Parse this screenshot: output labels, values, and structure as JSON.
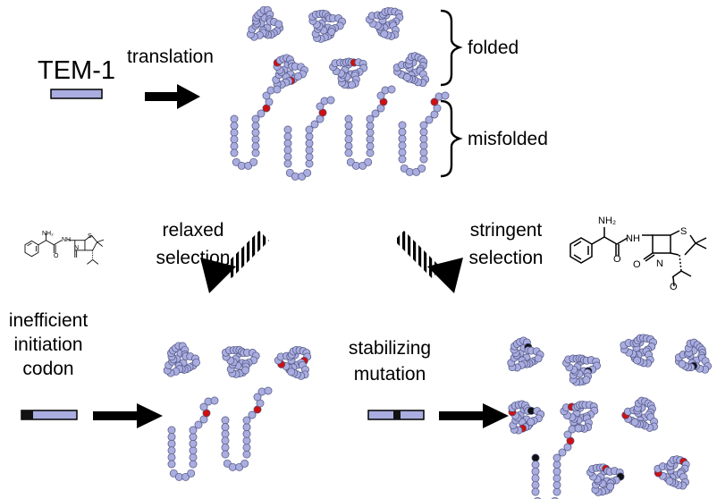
{
  "labels": {
    "tem1": "TEM-1",
    "translation": "translation",
    "folded": "folded",
    "misfolded": "misfolded",
    "relaxed_1": "relaxed",
    "relaxed_2": "selection",
    "stringent_1": "stringent",
    "stringent_2": "selection",
    "ineff_1": "inefficient",
    "ineff_2": "initiation",
    "ineff_3": "codon",
    "stab_1": "stabilizing",
    "stab_2": "mutation"
  },
  "molecule_labels": {
    "nh2": "NH₂",
    "nh": "NH",
    "o": "O",
    "n": "N",
    "s": "S"
  },
  "colors": {
    "bead": "#a9addf",
    "bead_stroke": "#4f5380",
    "mutation": "#d01010",
    "initiation": "#111111",
    "gene_bar": "#a9addf",
    "arrow": "#000000"
  }
}
